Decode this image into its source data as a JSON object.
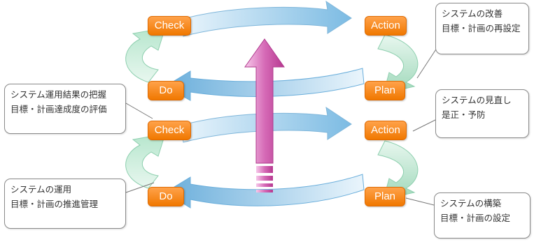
{
  "cycles": [
    {
      "labels": {
        "check": "Check",
        "action": "Action",
        "do": "Do",
        "plan": "Plan"
      }
    },
    {
      "labels": {
        "check": "Check",
        "action": "Action",
        "do": "Do",
        "plan": "Plan"
      }
    }
  ],
  "callouts": {
    "improvement": {
      "line1": "システムの改善",
      "line2": "目標・計画の再設定"
    },
    "review": {
      "line1": "システム運用結果の把握",
      "line2": "目標・計画達成度の評価"
    },
    "revision": {
      "line1": "システムの見直し",
      "line2": "是正・予防"
    },
    "operation": {
      "line1": "システムの運用",
      "line2": "目標・計画の推進管理"
    },
    "construction": {
      "line1": "システムの構築",
      "line2": "目標・計画の設定"
    }
  },
  "colors": {
    "pill": "#f07800",
    "arrow_blue_light": "#c8e3f4",
    "arrow_blue": "#6aaedb",
    "arrow_green": "#8fd0b0",
    "up_arrow": "#c2459c"
  }
}
